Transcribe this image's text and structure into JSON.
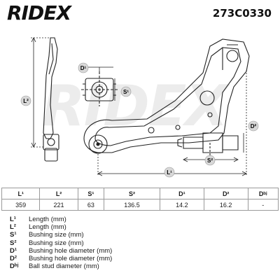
{
  "header": {
    "brand": "RIDEX",
    "part_number": "273C0330",
    "colors": {
      "brand": "#111111"
    }
  },
  "diagram": {
    "callouts": {
      "l1": "L¹",
      "l2": "L²",
      "s1": "S¹",
      "s2": "S²",
      "d1": "D¹",
      "d2": "D²"
    }
  },
  "specs": {
    "headers": [
      "L¹",
      "L²",
      "S¹",
      "S²",
      "D¹",
      "D²",
      "Dᵇʲ"
    ],
    "values": [
      "359",
      "221",
      "63",
      "136.5",
      "14.2",
      "16.2",
      "-"
    ]
  },
  "legend": [
    {
      "key": "L¹",
      "desc": "Length (mm)"
    },
    {
      "key": "L²",
      "desc": "Length (mm)"
    },
    {
      "key": "S¹",
      "desc": "Bushing size (mm)"
    },
    {
      "key": "S²",
      "desc": "Bushing size (mm)"
    },
    {
      "key": "D¹",
      "desc": "Bushing hole diameter (mm)"
    },
    {
      "key": "D²",
      "desc": "Bushing hole diameter (mm)"
    },
    {
      "key": "Dᵇʲ",
      "desc": "Ball stud diameter (mm)"
    }
  ]
}
